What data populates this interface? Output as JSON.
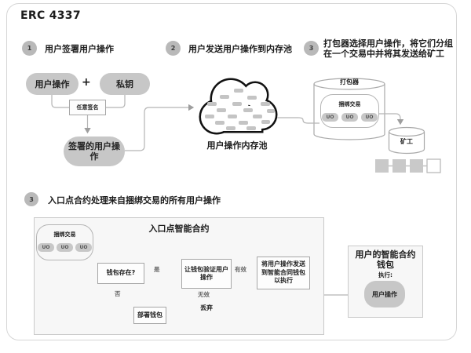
{
  "title": "ERC 4337",
  "steps": [
    {
      "num": "1",
      "label": "用户签署用户操作"
    },
    {
      "num": "2",
      "label": "用户发送用户操作到内存池"
    },
    {
      "num": "3",
      "line1": "打包器选择用户操作，将它们分组",
      "line2": "在一个交易中并将其发送给矿工"
    },
    {
      "num": "3",
      "label": "入口点合约处理来自捆绑交易的所有用户操作"
    }
  ],
  "sign_flow": {
    "user_operation": "用户操作",
    "plus": "+",
    "private_key": "私钥",
    "sign_box": "任意签名",
    "signed_user_operation": "签署的用户操作"
  },
  "mempool": {
    "label": "用户操作内存池"
  },
  "bundler": {
    "label": "打包器",
    "bundle_label": "捆绑交易",
    "uo": "UO",
    "miner_label": "矿工"
  },
  "entry_point": {
    "title": "入口点智能合约",
    "bundle_label": "捆绑交易",
    "uo": "UO",
    "wallet_exists": "钱包存在?",
    "yes": "是",
    "no": "否",
    "validate": "让钱包验证用户操作",
    "valid": "有效",
    "invalid": "无效",
    "discard": "丢弃",
    "deploy_wallet": "部署钱包",
    "send_to_wallet": "将用户操作发送到智能合同钱包以执行"
  },
  "smart_wallet": {
    "title": "用户的智能合约钱包",
    "execute_label": "执行:",
    "user_operation": "用户操作"
  },
  "colors": {
    "pill_gray": "#c7c7c7",
    "line_gray": "#b5b5b5",
    "panel_bg": "#f7f7f7",
    "cloud_outline": "#111111",
    "text": "#1c1c1c"
  }
}
